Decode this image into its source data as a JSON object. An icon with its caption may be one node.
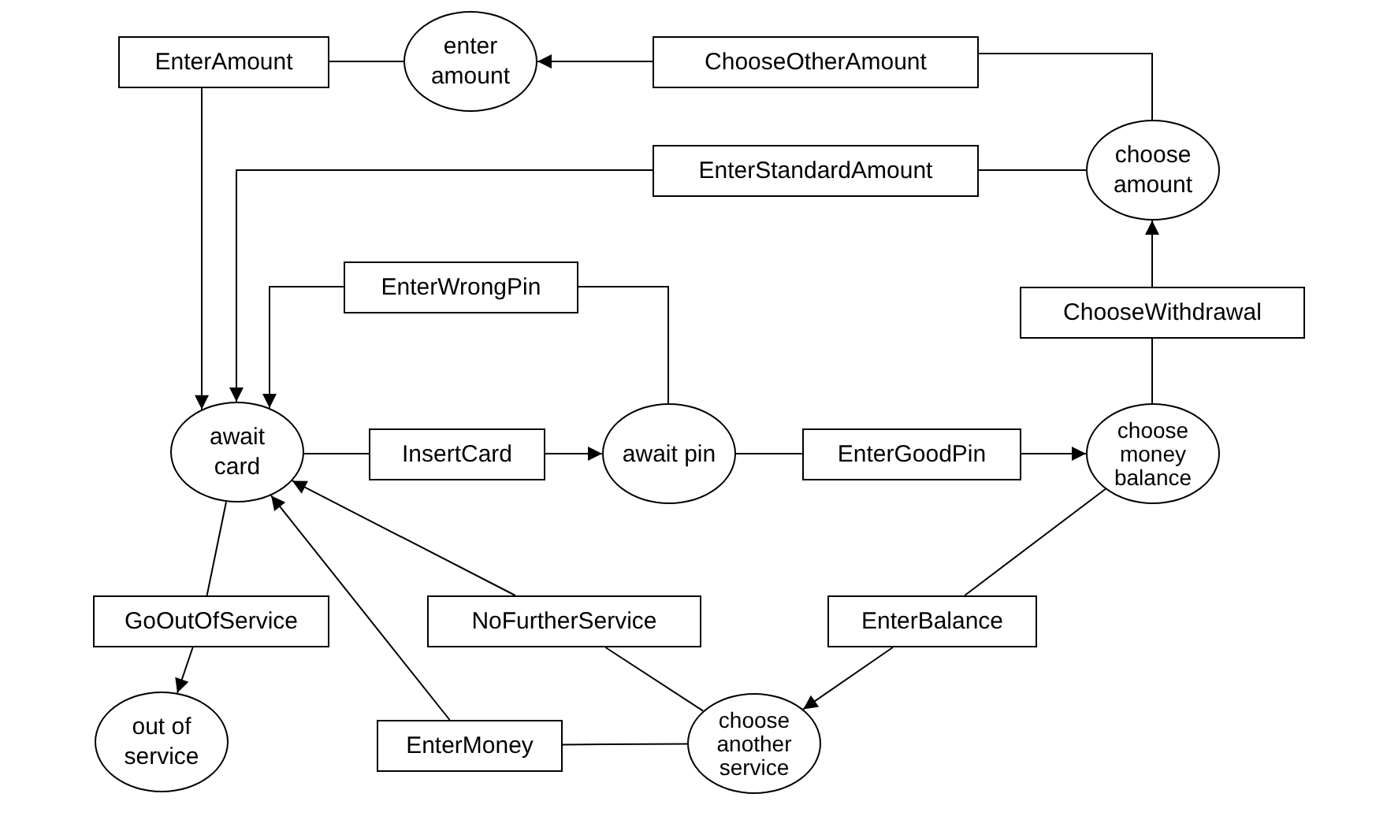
{
  "diagram": {
    "nodes": [
      {
        "text": [
          "EnterAmount"
        ]
      },
      {
        "text": [
          "enter amount"
        ]
      },
      {
        "text": [
          "ChooseOtherAmount"
        ]
      },
      {
        "text": [
          "EnterStandardAmount"
        ]
      },
      {
        "text": [
          "choose amount"
        ]
      },
      {
        "text": [
          "EnterWrongPin"
        ]
      },
      {
        "text": [
          "ChooseWithdrawal"
        ]
      },
      {
        "text": [
          "await card"
        ]
      },
      {
        "text": [
          "InsertCard"
        ]
      },
      {
        "text": [
          "await pin"
        ]
      },
      {
        "text": [
          "EnterGoodPin"
        ]
      },
      {
        "text": [
          "choose money balance"
        ]
      },
      {
        "text": [
          "GoOutOfService"
        ]
      },
      {
        "text": [
          "NoFurtherService"
        ]
      },
      {
        "text": [
          "EnterBalance"
        ]
      },
      {
        "text": [
          "out of service"
        ]
      },
      {
        "text": [
          "EnterMoney"
        ]
      },
      {
        "text": [
          "choose another service"
        ]
      }
    ],
    "edges": [
      {
        "from": 1,
        "to": 0,
        "arrow": "none"
      },
      {
        "from": 0,
        "to": 7,
        "arrow": "to"
      },
      {
        "from": 2,
        "to": 1,
        "arrow": "to"
      },
      {
        "from": 4,
        "to": 2,
        "arrow": "none"
      },
      {
        "from": 4,
        "to": 3,
        "arrow": "none"
      },
      {
        "from": 3,
        "to": 7,
        "arrow": "to"
      },
      {
        "from": 9,
        "to": 5,
        "arrow": "none"
      },
      {
        "from": 5,
        "to": 7,
        "arrow": "to"
      },
      {
        "from": 11,
        "to": 6,
        "arrow": "none"
      },
      {
        "from": 6,
        "to": 4,
        "arrow": "to"
      },
      {
        "from": 7,
        "to": 8,
        "arrow": "none"
      },
      {
        "from": 8,
        "to": 9,
        "arrow": "to"
      },
      {
        "from": 9,
        "to": 10,
        "arrow": "none"
      },
      {
        "from": 10,
        "to": 11,
        "arrow": "to"
      },
      {
        "from": 7,
        "to": 12,
        "arrow": "none"
      },
      {
        "from": 12,
        "to": 15,
        "arrow": "to"
      },
      {
        "from": 17,
        "to": 13,
        "arrow": "none"
      },
      {
        "from": 13,
        "to": 7,
        "arrow": "to"
      },
      {
        "from": 11,
        "to": 14,
        "arrow": "none"
      },
      {
        "from": 14,
        "to": 17,
        "arrow": "to"
      },
      {
        "from": 17,
        "to": 16,
        "arrow": "none"
      },
      {
        "from": 16,
        "to": 7,
        "arrow": "to"
      }
    ]
  }
}
